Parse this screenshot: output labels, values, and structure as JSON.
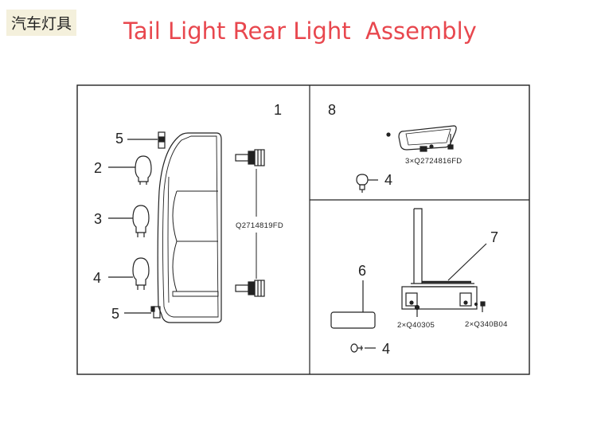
{
  "header": {
    "category": "汽车灯具",
    "title": "Tail Light Rear Light  Assembly"
  },
  "diagram": {
    "panel_left": {
      "callouts": [
        "1",
        "5",
        "2",
        "3",
        "4",
        "5"
      ],
      "bolt_code": "Q2714819FD"
    },
    "panel_top_right": {
      "callouts": [
        "8",
        "4"
      ],
      "screw_code": "3×Q2724816FD"
    },
    "panel_bottom_right": {
      "callouts": [
        "7",
        "6",
        "4"
      ],
      "codes": [
        "2×Q40305",
        "2×Q340B04"
      ]
    }
  }
}
